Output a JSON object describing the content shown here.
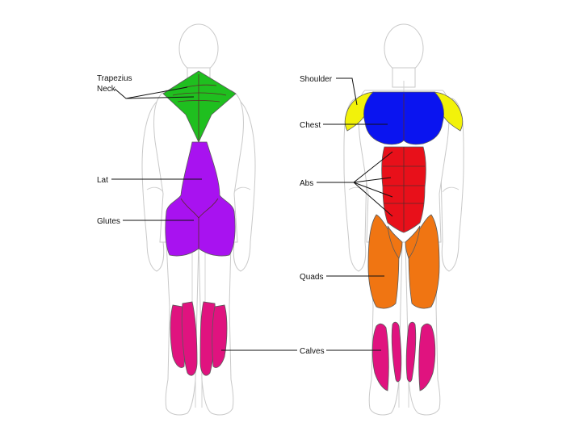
{
  "labels": {
    "trapezius": "Trapezius",
    "neck": "Neck",
    "lat": "Lat",
    "glutes": "Glutes",
    "shoulder": "Shoulder",
    "chest": "Chest",
    "abs": "Abs",
    "quads": "Quads",
    "calves": "Calves"
  },
  "colors": {
    "trapezius_neck": "#1fbf1f",
    "lat_glutes": "#a812f0",
    "calves": "#e0137f",
    "shoulder": "#f2f20a",
    "chest": "#0a14f0",
    "abs": "#e8101a",
    "quads": "#f07512"
  }
}
